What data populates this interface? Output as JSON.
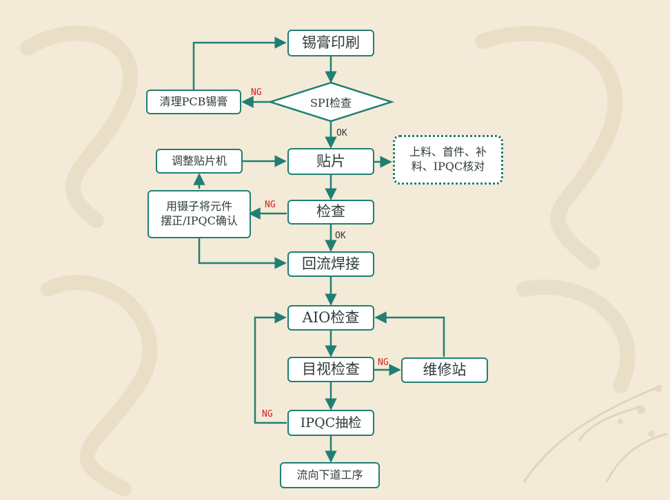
{
  "nodes": {
    "solder_paste_print": "锡膏印刷",
    "spi_check": "SPI检查",
    "clean_pcb": "清理PCB锡膏",
    "mounting": "贴片",
    "adjust_machine": "调整贴片机",
    "material_check_line1": "上料、首件、补",
    "material_check_line2": "料、IPQC核对",
    "inspection": "检查",
    "tweezers_line1": "用镊子将元件",
    "tweezers_line2": "摆正/IPQC确认",
    "reflow": "回流焊接",
    "aio_check": "AIO检查",
    "visual_check": "目视检查",
    "repair_station": "维修站",
    "ipqc_sampling": "IPQC抽检",
    "next_process": "流向下道工序"
  },
  "labels": {
    "ng_spi": "NG",
    "ok_spi": "OK",
    "ng_inspection": "NG",
    "ok_inspection": "OK",
    "ng_visual": "NG",
    "ng_ipqc": "NG"
  },
  "colors": {
    "line": "#1f7f72",
    "ng_text": "#d0221e",
    "box_fill": "#ffffff",
    "background": "#f3ead8"
  }
}
